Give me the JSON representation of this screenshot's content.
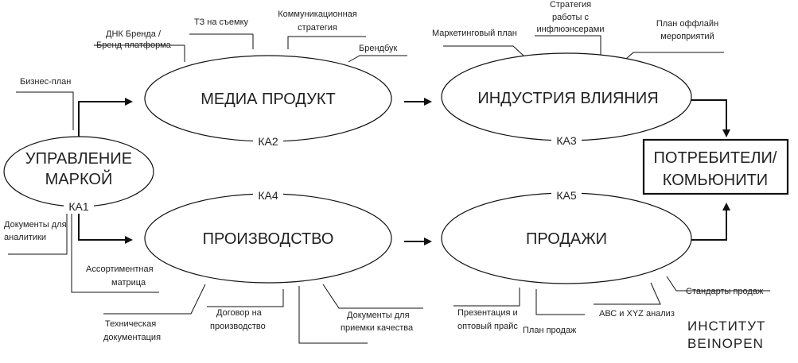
{
  "nodes": {
    "brand_management": {
      "line1": "УПРАВЛЕНИЕ",
      "line2": "МАРКОЙ",
      "code": "КА1"
    },
    "media_product": {
      "label": "МЕДИА ПРОДУКТ",
      "code": "КА2"
    },
    "influence_industry": {
      "label": "ИНДУСТРИЯ ВЛИЯНИЯ",
      "code": "КА3"
    },
    "production": {
      "label": "ПРОИЗВОДСТВО",
      "code": "КА4"
    },
    "sales": {
      "label": "ПРОДАЖИ",
      "code": "КА5"
    },
    "consumers": {
      "line1": "ПОТРЕБИТЕЛИ/",
      "line2": "КОМЬЮНИТИ"
    }
  },
  "documents": {
    "business_plan": "Бизнес-план",
    "dnk_brand_1": "ДНК Бренда /",
    "dnk_brand_2": "Бренд-платформа",
    "tz_shooting": "ТЗ на съемку",
    "comm_strategy_1": "Коммуникационная",
    "comm_strategy_2": "стратегия",
    "brandbook": "Брендбук",
    "marketing_plan": "Маркетинговый план",
    "influencer_strategy_1": "Стратегия",
    "influencer_strategy_2": "работы с",
    "influencer_strategy_3": "инфлюэнсерами",
    "offline_plan_1": "План оффлайн",
    "offline_plan_2": "мероприятий",
    "analytics_docs_1": "Документы для",
    "analytics_docs_2": "аналитики",
    "assortment_1": "Ассортиментная",
    "assortment_2": "матрица",
    "tech_docs_1": "Техническая",
    "tech_docs_2": "документация",
    "production_contract_1": "Договор на",
    "production_contract_2": "производство",
    "quality_docs_1": "Документы для",
    "quality_docs_2": "приемки качества",
    "presentation_1": "Презентация и",
    "presentation_2": "оптовый прайс",
    "sales_plan": "План продаж",
    "abc_xyz": "АВС и XYZ анализ",
    "sales_standards": "Стандарты продаж"
  },
  "logo": {
    "line1": "ИНСТИТУТ",
    "line2": "BEINOPEN"
  }
}
